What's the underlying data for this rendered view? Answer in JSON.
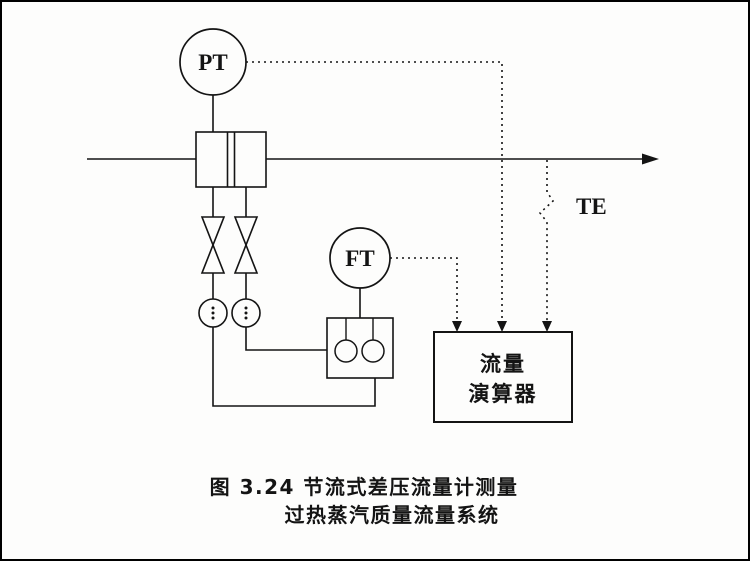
{
  "figure": {
    "instruments": {
      "pt": "PT",
      "ft": "FT",
      "te": "TE"
    },
    "flow_computer": {
      "line1": "流量",
      "line2": "演算器"
    },
    "caption": {
      "line1": "图 3.24 节流式差压流量计测量",
      "line2": "过热蒸汽质量流量系统"
    },
    "colors": {
      "line": "#141414",
      "background": "#fdfdfc"
    }
  }
}
